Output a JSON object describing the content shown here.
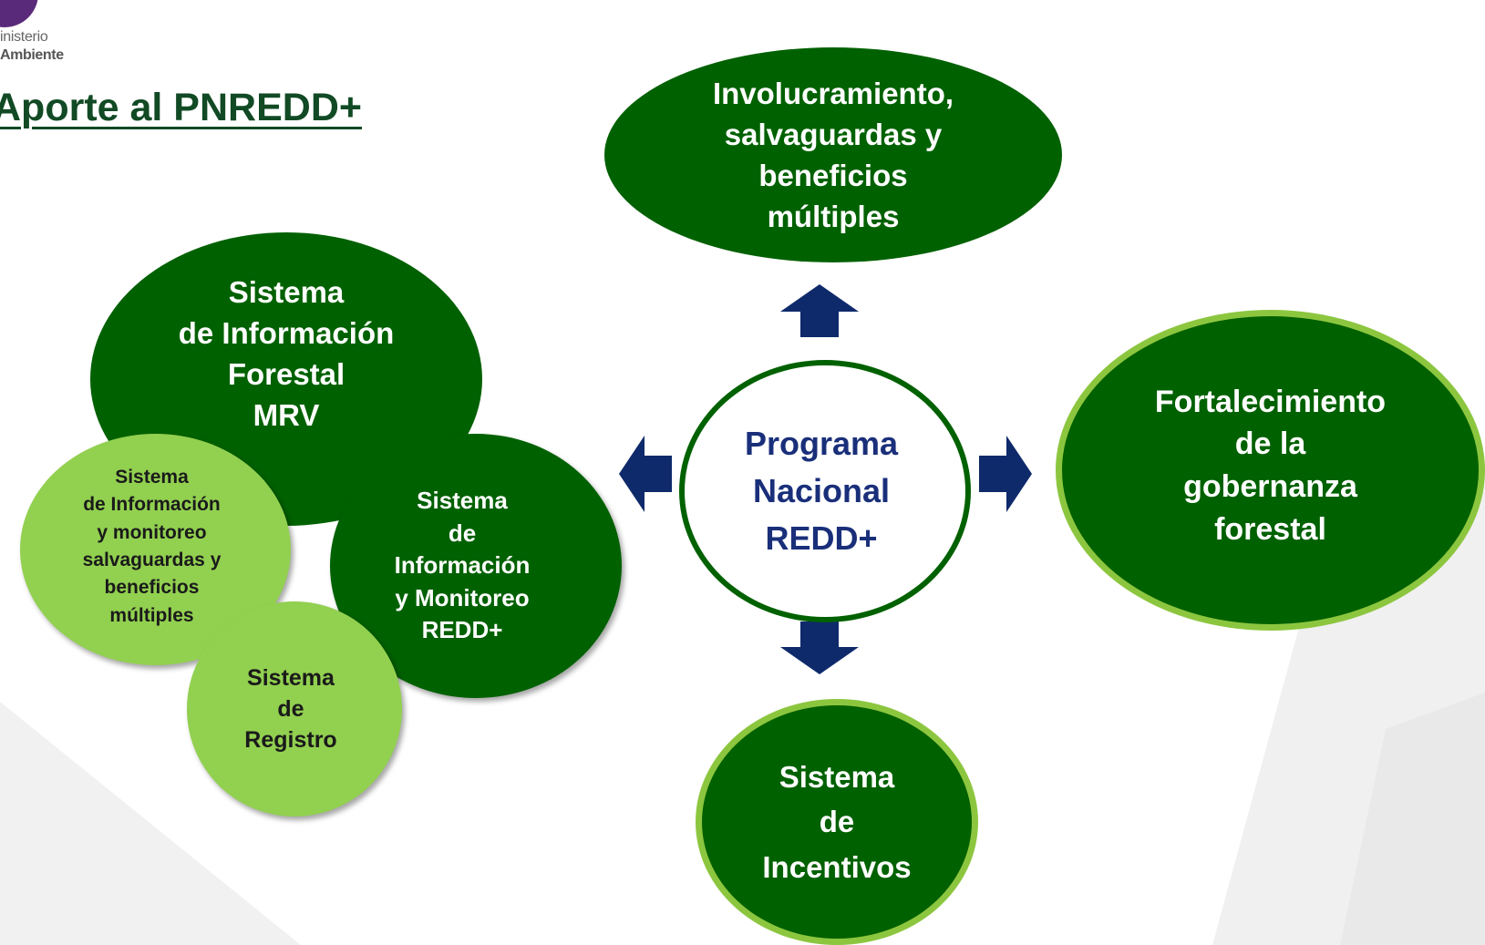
{
  "logo": {
    "line1": "inisterio",
    "line2": "Ambiente"
  },
  "title": "Aporte al PNREDD+",
  "center": {
    "lines": [
      "Programa",
      "Nacional",
      "REDD+"
    ]
  },
  "nodes": {
    "top": {
      "lines": [
        "Involucramiento,",
        "salvaguardas y",
        "beneficios",
        "múltiples"
      ]
    },
    "info_forestal": {
      "lines": [
        "Sistema",
        "de Información",
        "Forestal",
        "MRV"
      ]
    },
    "salvaguardas": {
      "lines": [
        "Sistema",
        "de Información",
        "y monitoreo",
        "salvaguardas y",
        "beneficios",
        "múltiples"
      ]
    },
    "monitoreo": {
      "lines": [
        "Sistema",
        "de",
        "Información",
        "y Monitoreo",
        "REDD+"
      ]
    },
    "registro": {
      "lines": [
        "Sistema",
        "de",
        "Registro"
      ]
    },
    "gobernanza": {
      "lines": [
        "Fortalecimiento",
        "de la",
        "gobernanza",
        "forestal"
      ]
    },
    "incentivos": {
      "lines": [
        "Sistema",
        "de",
        "Incentivos"
      ]
    }
  },
  "colors": {
    "dark_green": "#006100",
    "light_green": "#92d050",
    "ring_green": "#8cc63f",
    "arrow_navy": "#0e2a6b",
    "center_text": "#1a2f7a",
    "title": "#114a24"
  }
}
